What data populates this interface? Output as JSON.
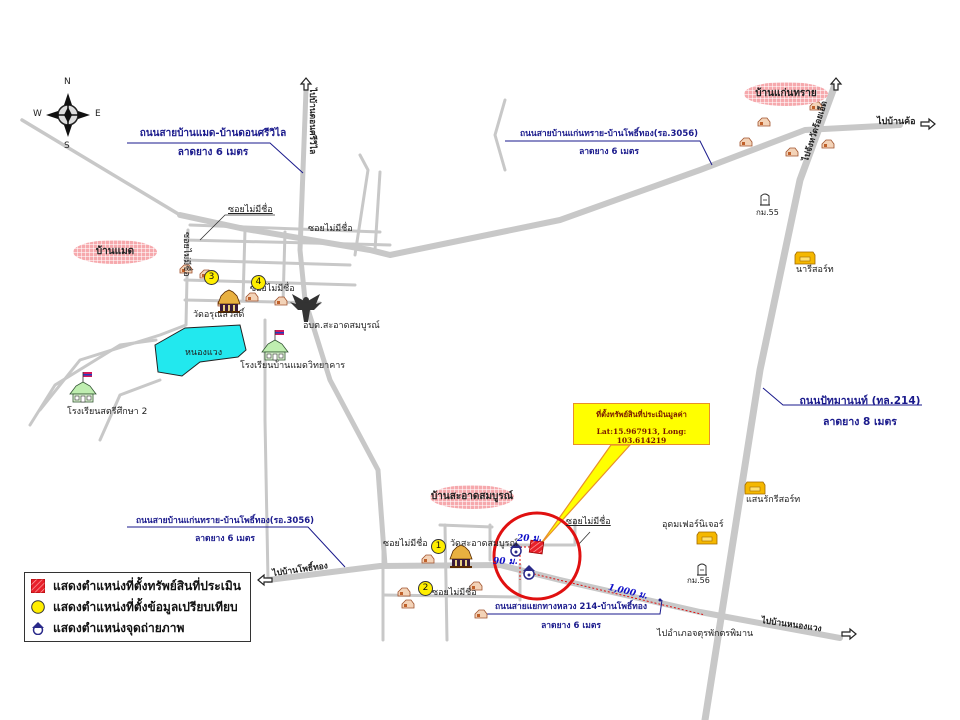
{
  "compass": {
    "north": "N",
    "south": "S",
    "east": "E",
    "west": "W"
  },
  "villages": [
    {
      "id": "ban-kaen-sai",
      "label": "บ้านแก่นทราย"
    },
    {
      "id": "ban-maet",
      "label": "บ้านแมด"
    },
    {
      "id": "ban-sa-at-sombun",
      "label": "บ้านสะอาดสมบูรณ์"
    }
  ],
  "road_labels": {
    "maet_don_si_wilai": {
      "name": "ถนนสายบ้านแมด-บ้านดอนศรีวิไล",
      "surface": "ลาดยาง 6 เมตร"
    },
    "kaen_sai_pho_thong_north": {
      "name": "ถนนสายบ้านแก่นทราย-บ้านโพธิ์ทอง(รอ.3056)",
      "surface": "ลาดยาง 6 เมตร"
    },
    "kaen_sai_pho_thong_south": {
      "name": "ถนนสายบ้านแก่นทราย-บ้านโพธิ์ทอง(รอ.3056)",
      "surface": "ลาดยาง 6 เมตร"
    },
    "pattamanon": {
      "name": "ถนนปัทมานนท์ (ทล.214)",
      "surface": "ลาดยาง 8 เมตร"
    },
    "junction_214_pho_thong": {
      "name": "ถนนสายแยกทางหลวง 214-บ้านโพธิ์ทอง",
      "surface": "ลาดยาง 6 เมตร"
    }
  },
  "direction_labels": {
    "to_don_si_wilai": "ไปบ้านดอนศรีวิไล",
    "to_roi_et": "ไปจังหวัดร้อยเอ็ด",
    "to_ban_kho": "ไปบ้านค้อ",
    "to_pho_thong": "ไปบ้านโพธิ์ทอง",
    "to_nong_waeng": "ไปบ้านหนองแวง",
    "to_chaturaphak_phiman": "ไปอำเภอจตุรพักตรพิมาน"
  },
  "soi_labels": {
    "soi_1": "ซอยไม่มีชื่อ",
    "soi_2": "ซอยไม่มีชื่อ",
    "soi_3": "ซอยไม่มีชื่อ",
    "soi_4": "ซอยไม่มีชื่อ",
    "soi_5": "ซอยไม่มีชื่อ",
    "soi_6": "ซอยไม่มีชื่อ",
    "soi_7": "ซอยไม่มีชื่อ"
  },
  "landmarks": {
    "wat_arun": "วัดอรุณสวัสดิ์",
    "sao_office": "อบต.สะอาดสมบูรณ์",
    "pond": "หนองแวง",
    "school_maet": "โรงเรียนบ้านแมดวิทยาคาร",
    "school_satri": "โรงเรียนสตรีศึกษา 2",
    "wat_sa_at": "วัดสะอาดสมบูรณ์",
    "km55": "กม.55",
    "km56": "กม.56",
    "nari_resort": "นารีสอร์ท",
    "saen_rak_resort": "แสนรักรีสอร์ท",
    "udom_furniture": "อุดมเฟอร์นิเจอร์"
  },
  "comparables": [
    {
      "number": "1"
    },
    {
      "number": "2"
    },
    {
      "number": "3"
    },
    {
      "number": "4"
    }
  ],
  "callout": {
    "title": "ที่ตั้งทรัพย์สินที่ประเมินมูลค่า",
    "coords": "Lat:15.967913,  Long: 103.614219"
  },
  "distances": {
    "d20": "20 ม.",
    "d90": "90 ม.",
    "d1000": "1,000 ม."
  },
  "legend": {
    "items": [
      {
        "label": "แสดงตำแหน่งที่ตั้งทรัพย์สินที่ประเมิน",
        "icon": "hatched-red-square"
      },
      {
        "label": "แสดงตำแหน่งที่ตั้งข้อมูลเปรียบเทียบ",
        "icon": "yellow-circle"
      },
      {
        "label": "แสดงตำแหน่งจุดถ่ายภาพ",
        "icon": "camera-viewpoint"
      }
    ]
  },
  "colors": {
    "road": "#c8c8c8",
    "label_blue": "#1a1a8c",
    "property_red": "#e8202a",
    "circle_red": "#e01010",
    "pond": "#22e8ee",
    "callout_fill": "#ffff00",
    "village_fill": "#f6a9ad"
  }
}
